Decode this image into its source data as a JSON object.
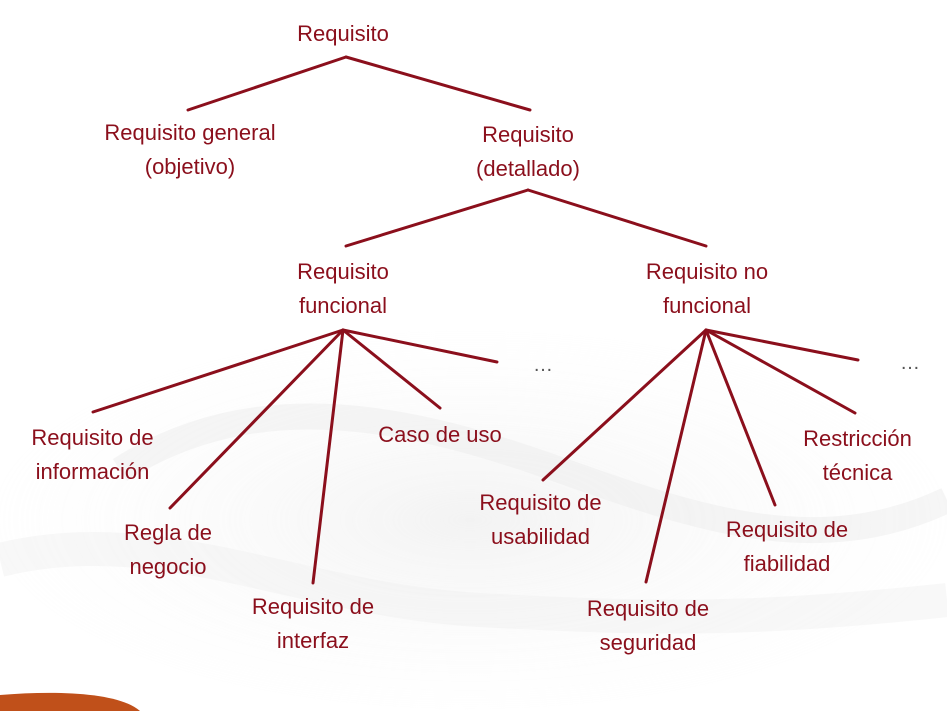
{
  "colors": {
    "line": "#8b0f1c",
    "text": "#8b0f1c",
    "accent_bar": "#c0501a"
  },
  "root": {
    "lines": [
      "Requisito"
    ]
  },
  "level1": [
    {
      "lines": [
        "Requisito general",
        "(objetivo)"
      ]
    },
    {
      "lines": [
        "Requisito",
        "(detallado)"
      ]
    }
  ],
  "level2": [
    {
      "lines": [
        "Requisito",
        "funcional"
      ]
    },
    {
      "lines": [
        "Requisito no",
        "funcional"
      ]
    }
  ],
  "functional_children": [
    {
      "lines": [
        "Requisito de",
        "información"
      ]
    },
    {
      "lines": [
        "Regla de",
        "negocio"
      ]
    },
    {
      "lines": [
        "Requisito de",
        "interfaz"
      ]
    },
    {
      "lines": [
        "Caso de uso"
      ]
    }
  ],
  "nonfunctional_children": [
    {
      "lines": [
        "Requisito de",
        "usabilidad"
      ]
    },
    {
      "lines": [
        "Requisito de",
        "seguridad"
      ]
    },
    {
      "lines": [
        "Requisito de",
        "fiabilidad"
      ]
    },
    {
      "lines": [
        "Restricción",
        "técnica"
      ]
    }
  ],
  "ellipsis": "…"
}
